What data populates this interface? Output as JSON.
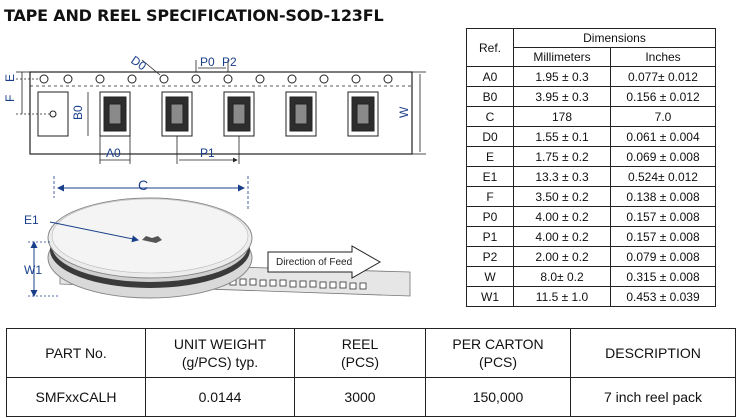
{
  "page": {
    "title": "TAPE AND REEL SPECIFICATION-SOD-123FL"
  },
  "drawing": {
    "labels": {
      "D0": "D0",
      "P0": "P0",
      "P2": "P2",
      "E": "E",
      "F": "F",
      "B0": "B0",
      "A0": "A0",
      "P1": "P1",
      "W": "W",
      "C": "C",
      "E1": "E1",
      "W1": "W1"
    },
    "feed_label": "Direction of Feed"
  },
  "dimensions_table": {
    "group_header": "Dimensions",
    "ref_header": "Ref.",
    "mm_header": "Millimeters",
    "in_header": "Inches",
    "rows": [
      {
        "ref": "A0",
        "mm": "1.95 ± 0.3",
        "in": "0.077± 0.012"
      },
      {
        "ref": "B0",
        "mm": "3.95 ± 0.3",
        "in": "0.156 ± 0.012"
      },
      {
        "ref": "C",
        "mm": "178",
        "in": "7.0"
      },
      {
        "ref": "D0",
        "mm": "1.55 ± 0.1",
        "in": "0.061 ± 0.004"
      },
      {
        "ref": "E",
        "mm": "1.75 ± 0.2",
        "in": "0.069 ± 0.008"
      },
      {
        "ref": "E1",
        "mm": "13.3 ± 0.3",
        "in": "0.524± 0.012"
      },
      {
        "ref": "F",
        "mm": "3.50 ± 0.2",
        "in": "0.138 ± 0.008"
      },
      {
        "ref": "P0",
        "mm": "4.00 ± 0.2",
        "in": "0.157 ± 0.008"
      },
      {
        "ref": "P1",
        "mm": "4.00 ± 0.2",
        "in": "0.157 ± 0.008"
      },
      {
        "ref": "P2",
        "mm": "2.00 ± 0.2",
        "in": "0.079 ± 0.008"
      },
      {
        "ref": "W",
        "mm": "8.0± 0.2",
        "in": "0.315 ± 0.008"
      },
      {
        "ref": "W1",
        "mm": "11.5 ± 1.0",
        "in": "0.453 ± 0.039"
      }
    ]
  },
  "part_table": {
    "headers": {
      "part_no": "PART No.",
      "unit_weight_line1": "UNIT WEIGHT",
      "unit_weight_line2": "(g/PCS) typ.",
      "reel_line1": "REEL",
      "reel_line2": "(PCS)",
      "per_carton_line1": "PER CARTON",
      "per_carton_line2": "(PCS)",
      "description": "DESCRIPTION"
    },
    "row": {
      "part_no": "SMFxxCALH",
      "unit_weight": "0.0144",
      "reel": "3000",
      "per_carton": "150,000",
      "description": "7 inch reel pack"
    }
  }
}
